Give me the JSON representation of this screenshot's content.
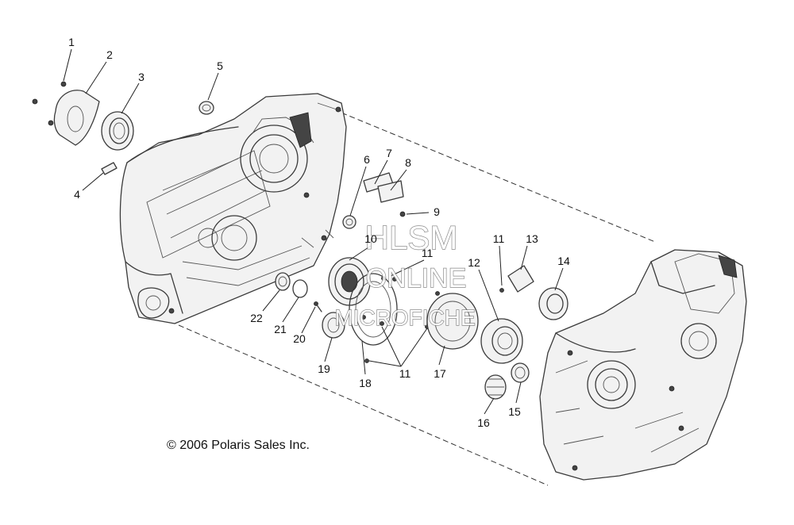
{
  "diagram": {
    "callouts": [
      {
        "id": "c1",
        "label": "1"
      },
      {
        "id": "c2",
        "label": "2"
      },
      {
        "id": "c3",
        "label": "3"
      },
      {
        "id": "c4",
        "label": "4"
      },
      {
        "id": "c5",
        "label": "5"
      },
      {
        "id": "c6",
        "label": "6"
      },
      {
        "id": "c7",
        "label": "7"
      },
      {
        "id": "c8",
        "label": "8"
      },
      {
        "id": "c9",
        "label": "9"
      },
      {
        "id": "c10",
        "label": "10"
      },
      {
        "id": "c11a",
        "label": "11"
      },
      {
        "id": "c11b",
        "label": "11"
      },
      {
        "id": "c11c",
        "label": "11"
      },
      {
        "id": "c12",
        "label": "12"
      },
      {
        "id": "c13",
        "label": "13"
      },
      {
        "id": "c14",
        "label": "14"
      },
      {
        "id": "c15",
        "label": "15"
      },
      {
        "id": "c16",
        "label": "16"
      },
      {
        "id": "c17",
        "label": "17"
      },
      {
        "id": "c18",
        "label": "18"
      },
      {
        "id": "c19",
        "label": "19"
      },
      {
        "id": "c20",
        "label": "20"
      },
      {
        "id": "c21",
        "label": "21"
      },
      {
        "id": "c22",
        "label": "22"
      }
    ],
    "copyright": "© 2006 Polaris Sales Inc.",
    "watermark": {
      "line1": "HLSM",
      "line2": "ONLINE",
      "line3": "MICROFICHE"
    }
  }
}
